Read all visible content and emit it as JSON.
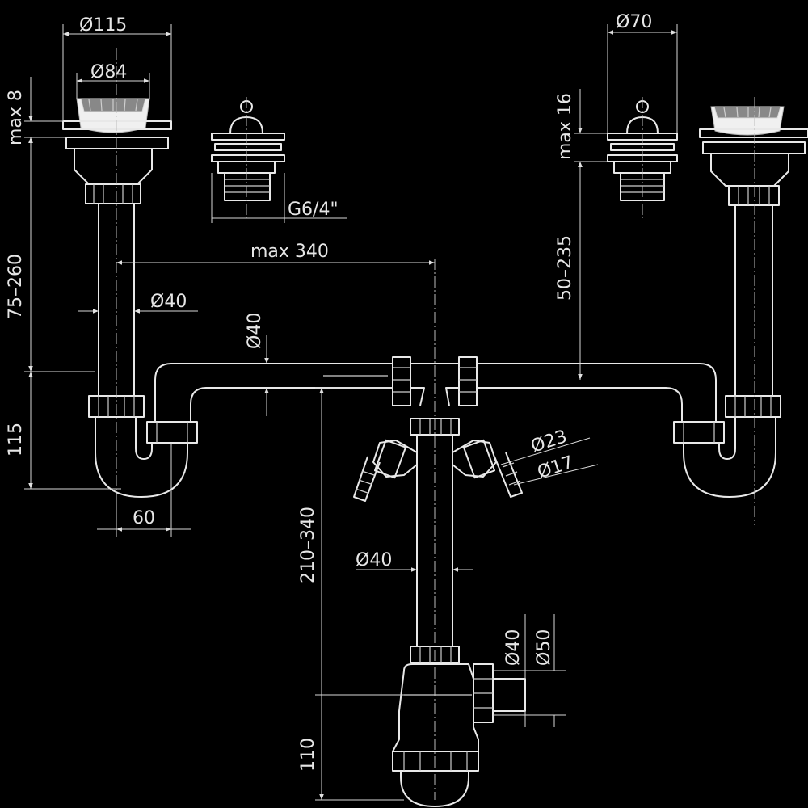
{
  "labels": {
    "dia115": "Ø115",
    "dia84": "Ø84",
    "max8": "max 8",
    "g64": "G6/4\"",
    "dia70": "Ø70",
    "max16": "max 16",
    "max340": "max 340",
    "range75_260": "75–260",
    "dia40_left": "Ø40",
    "dia40_pipe": "Ø40",
    "range50_235": "50–235",
    "dim115": "115",
    "dim60": "60",
    "dia23": "Ø23",
    "dia17": "Ø17",
    "range210_340": "210–340",
    "dia40_center": "Ø40",
    "dia40_outlet": "Ø40",
    "dia50_outlet": "Ø50",
    "dim110": "110"
  },
  "colors": {
    "background": "#000000",
    "lines": "#e8e8e8"
  }
}
